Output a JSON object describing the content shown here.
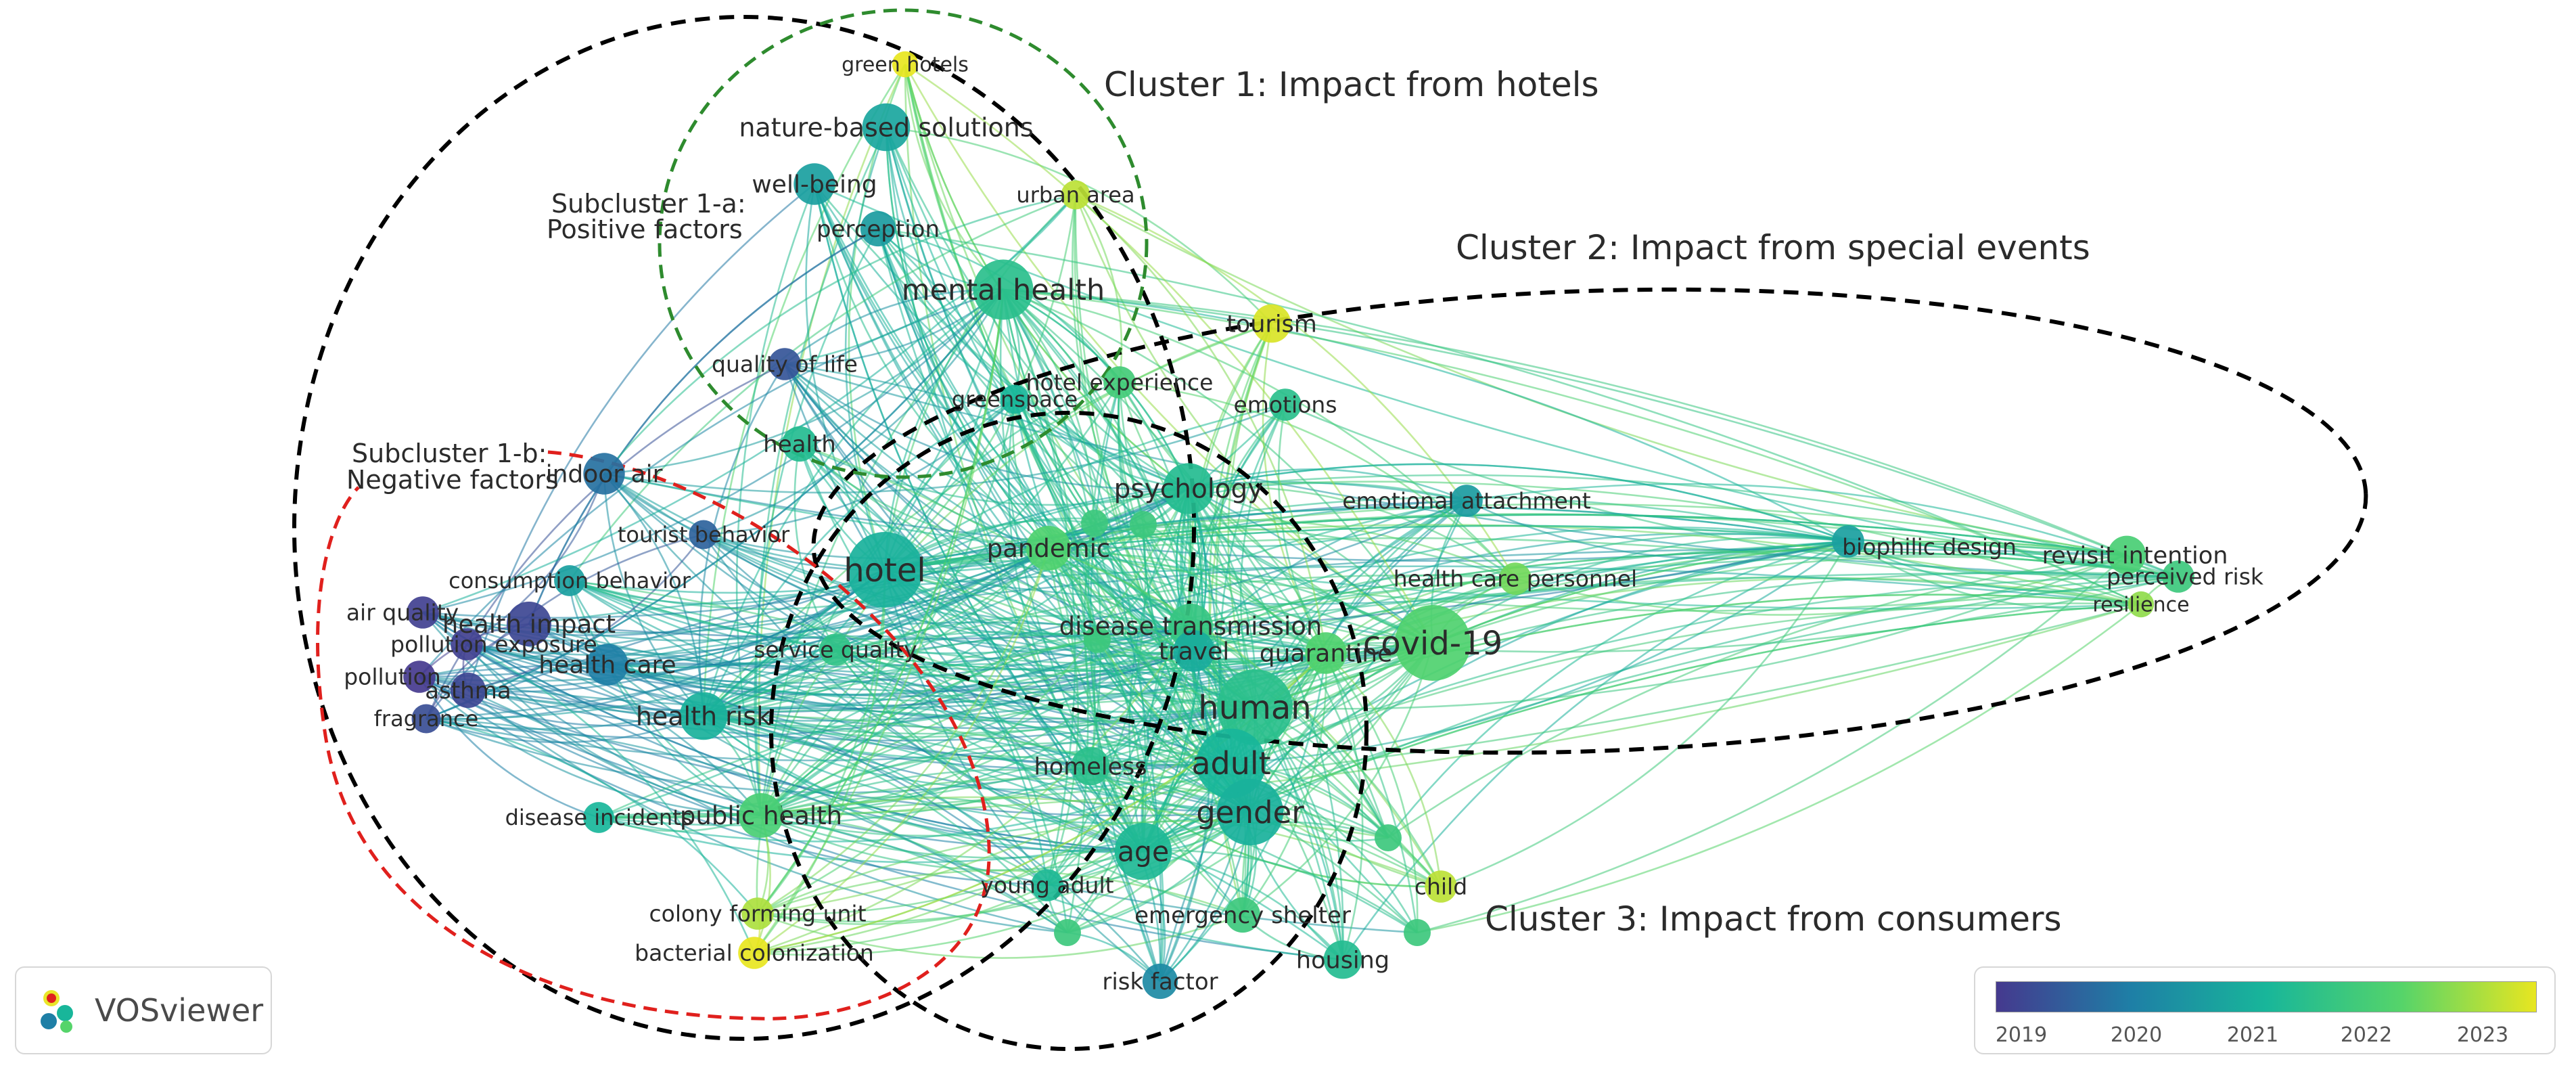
{
  "colors": {
    "y2019": "#45398e",
    "y2020": "#1e7fa6",
    "y2021": "#18b69a",
    "y2022": "#55d46a",
    "y2023": "#e8e620",
    "cluster_outline": "#000000",
    "subcluster_positive": "#2e8b2e",
    "subcluster_negative": "#e0201d"
  },
  "annotations": {
    "cluster1": "Cluster 1: Impact from hotels",
    "cluster2": "Cluster 2: Impact from special events",
    "cluster3": "Cluster 3: Impact from consumers",
    "sub1a_line1": "Subcluster 1-a:",
    "sub1a_line2": "Positive factors",
    "sub1b_line1": "Subcluster 1-b:",
    "sub1b_line2": "Negative factors"
  },
  "nodes": [
    {
      "label": "green hotels",
      "year": 2023,
      "w": 0.2
    },
    {
      "label": "nature-based solutions",
      "year": 2020.7,
      "w": 0.55
    },
    {
      "label": "well-being",
      "year": 2020.6,
      "w": 0.45
    },
    {
      "label": "perception",
      "year": 2020.5,
      "w": 0.35
    },
    {
      "label": "urban area",
      "year": 2022.7,
      "w": 0.25
    },
    {
      "label": "mental health",
      "year": 2021.3,
      "w": 0.75
    },
    {
      "label": "tourism",
      "year": 2022.9,
      "w": 0.4
    },
    {
      "label": "quality of life",
      "year": 2019.4,
      "w": 0.3
    },
    {
      "label": "hotel experience",
      "year": 2021.7,
      "w": 0.3
    },
    {
      "label": "greenspace",
      "year": 2021.0,
      "w": 0.25
    },
    {
      "label": "emotions",
      "year": 2021.3,
      "w": 0.3
    },
    {
      "label": "health",
      "year": 2021.2,
      "w": 0.35
    },
    {
      "label": "indoor air",
      "year": 2019.8,
      "w": 0.45
    },
    {
      "label": "psychology",
      "year": 2021.2,
      "w": 0.6
    },
    {
      "label": "emotional attachment",
      "year": 2020.5,
      "w": 0.3
    },
    {
      "label": "tourist behavior",
      "year": 2019.6,
      "w": 0.25
    },
    {
      "label": "pandemic",
      "year": 2021.9,
      "w": 0.5
    },
    {
      "label": "hotel",
      "year": 2020.9,
      "w": 1.0
    },
    {
      "label": "consumption behavior",
      "year": 2020.6,
      "w": 0.28
    },
    {
      "label": "biophilic design",
      "year": 2020.6,
      "w": 0.3
    },
    {
      "label": "revisit intention",
      "year": 2021.8,
      "w": 0.4
    },
    {
      "label": "health care personnel",
      "year": 2022.2,
      "w": 0.3
    },
    {
      "label": "perceived risk",
      "year": 2021.6,
      "w": 0.3
    },
    {
      "label": "resilience",
      "year": 2022.4,
      "w": 0.2
    },
    {
      "label": "air quality",
      "year": 2019.1,
      "w": 0.3
    },
    {
      "label": "health impact",
      "year": 2019.2,
      "w": 0.5
    },
    {
      "label": "disease transmission",
      "year": 2021.5,
      "w": 0.5
    },
    {
      "label": "pollution exposure",
      "year": 2019.1,
      "w": 0.3
    },
    {
      "label": "covid-19",
      "year": 2021.9,
      "w": 1.0
    },
    {
      "label": "health care",
      "year": 2020.0,
      "w": 0.45
    },
    {
      "label": "service quality",
      "year": 2021.4,
      "w": 0.3
    },
    {
      "label": "travel",
      "year": 2020.8,
      "w": 0.45
    },
    {
      "label": "quarantine",
      "year": 2021.9,
      "w": 0.45
    },
    {
      "label": "pollution",
      "year": 2019.0,
      "w": 0.3
    },
    {
      "label": "asthma",
      "year": 2019.2,
      "w": 0.35
    },
    {
      "label": "fragrance",
      "year": 2019.3,
      "w": 0.25
    },
    {
      "label": "human",
      "year": 2021.3,
      "w": 1.0
    },
    {
      "label": "health risk",
      "year": 2020.9,
      "w": 0.55
    },
    {
      "label": "homeless",
      "year": 2021.3,
      "w": 0.4
    },
    {
      "label": "adult",
      "year": 2021.0,
      "w": 0.9
    },
    {
      "label": "disease incidents",
      "year": 2021.0,
      "w": 0.28
    },
    {
      "label": "public health",
      "year": 2021.8,
      "w": 0.5
    },
    {
      "label": "gender",
      "year": 2020.9,
      "w": 0.85
    },
    {
      "label": "age",
      "year": 2021.1,
      "w": 0.7
    },
    {
      "label": "young adult",
      "year": 2021.1,
      "w": 0.3
    },
    {
      "label": "child",
      "year": 2022.7,
      "w": 0.3
    },
    {
      "label": "colony forming unit",
      "year": 2022.6,
      "w": 0.3
    },
    {
      "label": "emergency shelter",
      "year": 2021.6,
      "w": 0.35
    },
    {
      "label": "bacterial colonization",
      "year": 2023,
      "w": 0.3
    },
    {
      "label": "housing",
      "year": 2021.2,
      "w": 0.4
    },
    {
      "label": "risk factor",
      "year": 2020.2,
      "w": 0.35
    }
  ],
  "unlabeled_nodes": 6,
  "legend": {
    "ticks": [
      "2019",
      "2020",
      "2021",
      "2022",
      "2023"
    ]
  },
  "brand": {
    "name": "VOSviewer"
  }
}
